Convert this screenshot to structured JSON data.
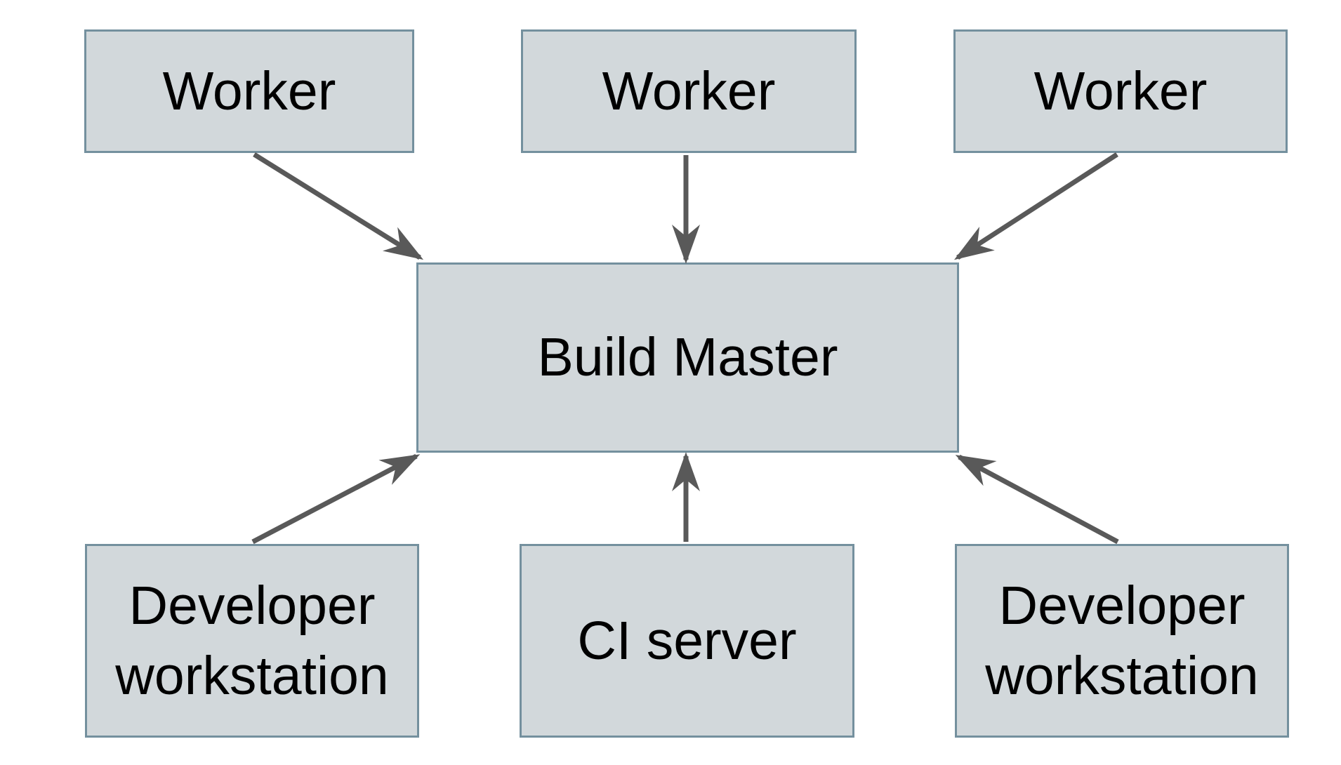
{
  "diagram": {
    "nodes": [
      {
        "id": "worker-1",
        "label": "Worker"
      },
      {
        "id": "worker-2",
        "label": "Worker"
      },
      {
        "id": "worker-3",
        "label": "Worker"
      },
      {
        "id": "build-master",
        "label": "Build Master"
      },
      {
        "id": "developer-workstation-left",
        "label": "Developer workstation"
      },
      {
        "id": "ci-server",
        "label": "CI server"
      },
      {
        "id": "developer-workstation-right",
        "label": "Developer workstation"
      }
    ],
    "edges": [
      {
        "from": "worker-1",
        "to": "build-master"
      },
      {
        "from": "worker-2",
        "to": "build-master"
      },
      {
        "from": "worker-3",
        "to": "build-master"
      },
      {
        "from": "developer-workstation-left",
        "to": "build-master"
      },
      {
        "from": "ci-server",
        "to": "build-master"
      },
      {
        "from": "developer-workstation-right",
        "to": "build-master"
      }
    ],
    "colors": {
      "background": "#ffffff",
      "node_fill": "#d2d8db",
      "node_border": "#74909e",
      "arrow": "#595959",
      "text": "#000000"
    }
  }
}
